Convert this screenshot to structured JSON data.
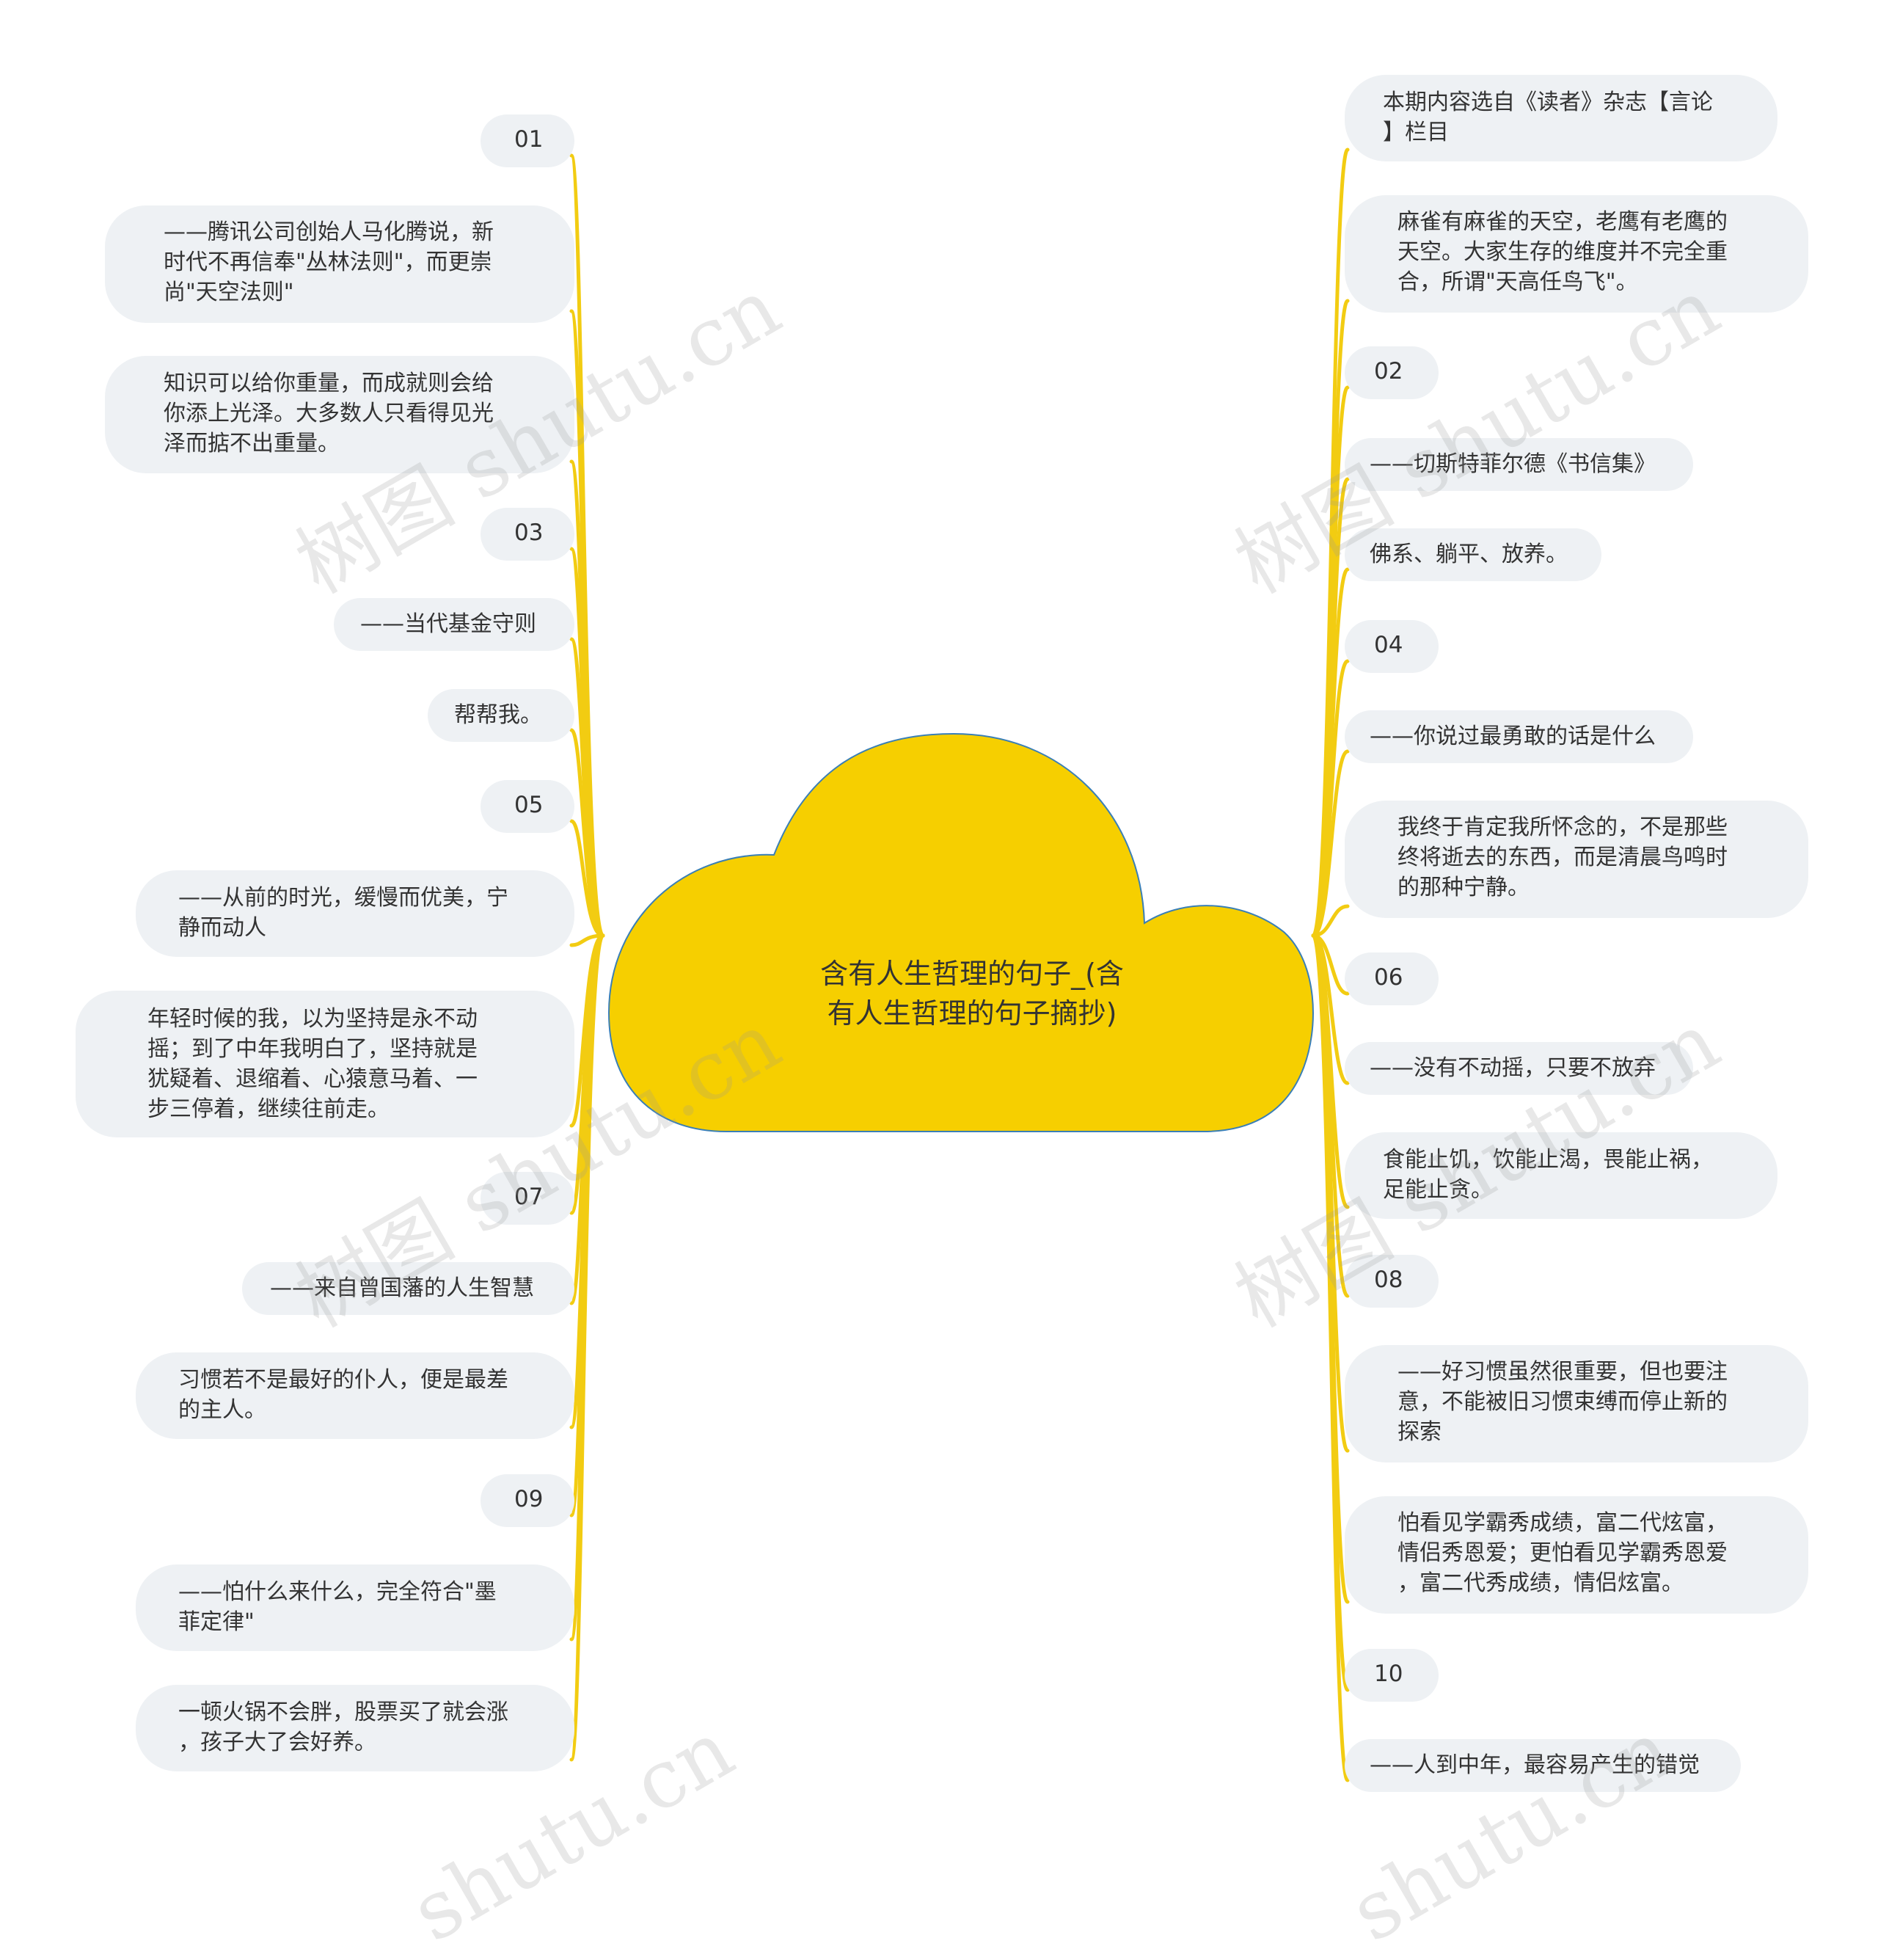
{
  "central": {
    "title": "含有人生哲理的句子_(含\n有人生哲理的句子摘抄)"
  },
  "colors": {
    "cloud_fill": "#f6cf00",
    "cloud_stroke": "#3a7fb6",
    "branch": "#f2cc12",
    "node_bg": "#eef1f4",
    "text": "#333333"
  },
  "left_nodes": [
    {
      "id": "l1",
      "text": "01"
    },
    {
      "id": "l2",
      "text": "——腾讯公司创始人马化腾说，新\n时代不再信奉\"丛林法则\"，而更崇\n尚\"天空法则\""
    },
    {
      "id": "l3",
      "text": "知识可以给你重量，而成就则会给\n你添上光泽。大多数人只看得见光\n泽而掂不出重量。"
    },
    {
      "id": "l4",
      "text": "03"
    },
    {
      "id": "l5",
      "text": "——当代基金守则"
    },
    {
      "id": "l6",
      "text": "帮帮我。"
    },
    {
      "id": "l7",
      "text": "05"
    },
    {
      "id": "l8",
      "text": "——从前的时光，缓慢而优美，宁\n静而动人"
    },
    {
      "id": "l9",
      "text": "年轻时候的我，以为坚持是永不动\n摇；到了中年我明白了，坚持就是\n犹疑着、退缩着、心猿意马着、一\n步三停着，继续往前走。"
    },
    {
      "id": "l10",
      "text": "07"
    },
    {
      "id": "l11",
      "text": "——来自曾国藩的人生智慧"
    },
    {
      "id": "l12",
      "text": "习惯若不是最好的仆人，便是最差\n的主人。"
    },
    {
      "id": "l13",
      "text": "09"
    },
    {
      "id": "l14",
      "text": "——怕什么来什么，完全符合\"墨\n菲定律\""
    },
    {
      "id": "l15",
      "text": "一顿火锅不会胖，股票买了就会涨\n，孩子大了会好养。"
    }
  ],
  "right_nodes": [
    {
      "id": "r1",
      "text": "本期内容选自《读者》杂志【言论\n】栏目"
    },
    {
      "id": "r2",
      "text": "麻雀有麻雀的天空，老鹰有老鹰的\n天空。大家生存的维度并不完全重\n合，所谓\"天高任鸟飞\"。"
    },
    {
      "id": "r3",
      "text": "02"
    },
    {
      "id": "r4",
      "text": "——切斯特菲尔德《书信集》"
    },
    {
      "id": "r5",
      "text": "佛系、躺平、放养。"
    },
    {
      "id": "r6",
      "text": "04"
    },
    {
      "id": "r7",
      "text": "——你说过最勇敢的话是什么"
    },
    {
      "id": "r8",
      "text": "我终于肯定我所怀念的，不是那些\n终将逝去的东西，而是清晨鸟鸣时\n的那种宁静。"
    },
    {
      "id": "r9",
      "text": "06"
    },
    {
      "id": "r10",
      "text": "——没有不动摇，只要不放弃"
    },
    {
      "id": "r11",
      "text": "食能止饥，饮能止渴，畏能止祸，\n足能止贪。"
    },
    {
      "id": "r12",
      "text": "08"
    },
    {
      "id": "r13",
      "text": "——好习惯虽然很重要，但也要注\n意，不能被旧习惯束缚而停止新的\n探索"
    },
    {
      "id": "r14",
      "text": "怕看见学霸秀成绩，富二代炫富，\n情侣秀恩爱；更怕看见学霸秀恩爱\n，富二代秀成绩，情侣炫富。"
    },
    {
      "id": "r15",
      "text": "10"
    },
    {
      "id": "r16",
      "text": "——人到中年，最容易产生的错觉"
    }
  ],
  "watermarks": [
    "树图 shutu.cn",
    "树图 shutu.cn",
    "树图 shutu.cn",
    "树图 shutu.cn",
    "shutu.cn",
    "shutu.cn"
  ]
}
